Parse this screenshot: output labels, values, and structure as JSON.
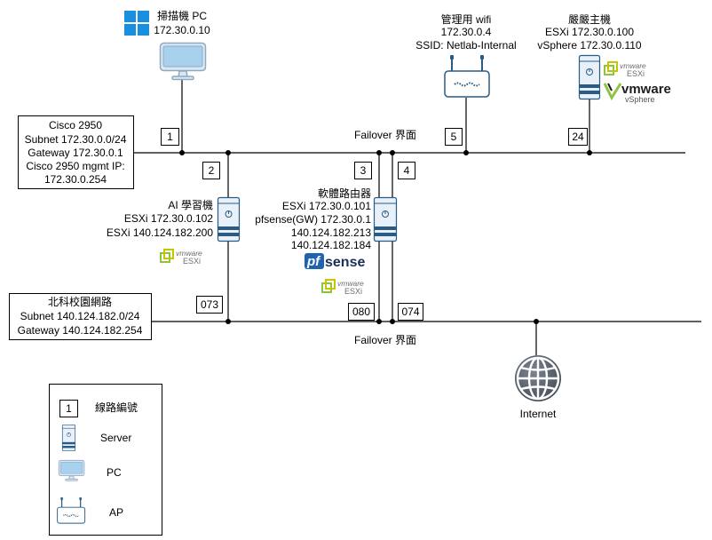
{
  "scanner_pc": {
    "title": "掃描機 PC",
    "ip": "172.30.0.10"
  },
  "cisco": {
    "lines": [
      "Cisco 2950",
      "Subnet 172.30.0.0/24",
      "Gateway 172.30.0.1",
      "Cisco 2950 mgmt IP:",
      "172.30.0.254"
    ]
  },
  "wifi": {
    "title": "管理用 wifi",
    "ip": "172.30.0.4",
    "ssid": "SSID: Netlab-Internal"
  },
  "main_host": {
    "title": "嚴嚴主機",
    "esxi": "ESXi 172.30.0.100",
    "vsphere": "vSphere 172.30.0.110"
  },
  "ai": {
    "title": "AI 學習機",
    "lines": [
      "ESXi 172.30.0.102",
      "ESXi 140.124.182.200"
    ]
  },
  "router": {
    "title": "軟體路由器",
    "lines": [
      "ESXi 172.30.0.101",
      "pfsense(GW) 172.30.0.1",
      "140.124.182.213",
      "140.124.182.184"
    ]
  },
  "campus": {
    "lines": [
      "北科校園網路",
      "Subnet 140.124.182.0/24",
      "Gateway 140.124.182.254"
    ]
  },
  "failover_top": "Failover 界面",
  "failover_bottom": "Failover 界面",
  "internet": "Internet",
  "link_labels": {
    "l1": "1",
    "l2": "2",
    "l3": "3",
    "l4": "4",
    "l5": "5",
    "l24": "24",
    "l073": "073",
    "l080": "080",
    "l074": "074"
  },
  "legend": {
    "line_no_sample": "1",
    "line_no": "線路編號",
    "server": "Server",
    "pc": "PC",
    "ap": "AP"
  },
  "logos": {
    "vmware": "vmware",
    "esxi": "ESXi",
    "vsphere": "vSphere",
    "pf": "pf",
    "sense": "sense"
  },
  "icons": {
    "scanner_os": "windows-logo-icon",
    "pc": "pc-monitor-icon",
    "server": "server-icon",
    "ap": "access-point-icon",
    "internet": "globe-icon"
  },
  "colors": {
    "device_stroke": "#2a5b84",
    "pc_screen": "#a8d1ee",
    "windows_blue": "#1a8fe0",
    "vmware_green": "#8cc63f",
    "pfsense_blue": "#1f63b0"
  }
}
